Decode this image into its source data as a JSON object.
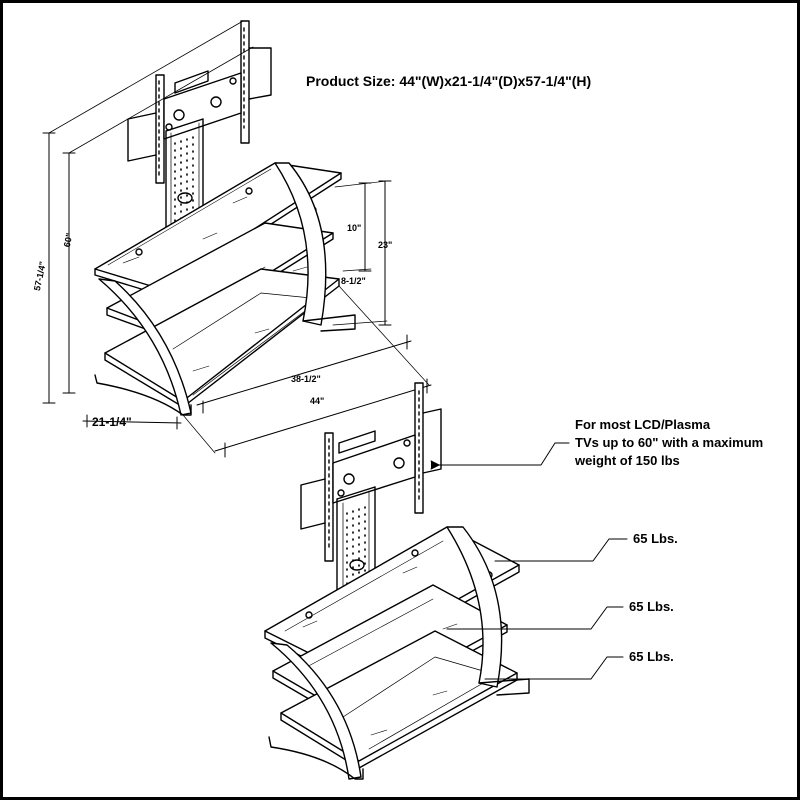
{
  "product_size": "Product Size: 44\"(W)x21-1/4\"(D)x57-1/4\"(H)",
  "dimensions": {
    "height_total": "57-1/4\"",
    "height_upper": "60\"",
    "depth": "21-1/4\"",
    "width_shelf": "38-1/2\"",
    "width_total": "44\"",
    "gap_top": "10\"",
    "gap_middle": "8-1/2\"",
    "gap_combined": "23\""
  },
  "tv_note": [
    "For most LCD/Plasma",
    "TVs up to 60\" with a maximum",
    "weight of 150 lbs"
  ],
  "shelf_loads": [
    "65 Lbs.",
    "65 Lbs.",
    "65 Lbs."
  ],
  "colors": {
    "line": "#000000",
    "background": "#ffffff"
  }
}
